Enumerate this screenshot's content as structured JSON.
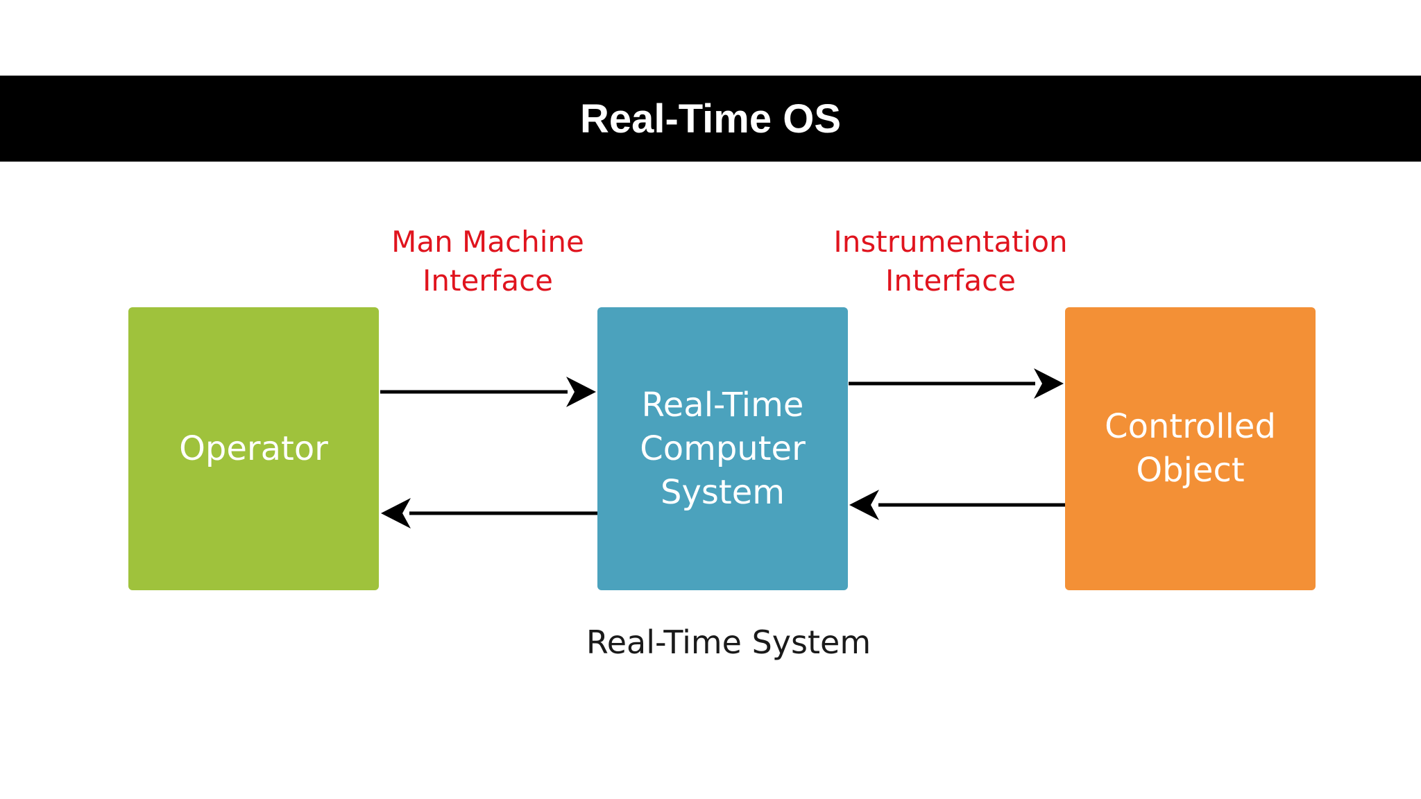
{
  "slide": {
    "title": "Real-Time OS"
  },
  "diagram": {
    "caption": "Real-Time System",
    "nodes": [
      {
        "id": "operator",
        "label": "Operator",
        "color": "#9fc23c"
      },
      {
        "id": "rtcs",
        "label": "Real-Time\nComputer\nSystem",
        "color": "#4ba2bd"
      },
      {
        "id": "controlled",
        "label": "Controlled\nObject",
        "color": "#f39036"
      }
    ],
    "interfaces": [
      {
        "id": "mmi",
        "label": "Man Machine\nInterface",
        "color": "#e0141e"
      },
      {
        "id": "inst",
        "label": "Instrumentation\nInterface",
        "color": "#e0141e"
      }
    ],
    "edges": [
      {
        "from": "operator",
        "to": "rtcs"
      },
      {
        "from": "rtcs",
        "to": "operator"
      },
      {
        "from": "rtcs",
        "to": "controlled"
      },
      {
        "from": "controlled",
        "to": "rtcs"
      }
    ]
  }
}
